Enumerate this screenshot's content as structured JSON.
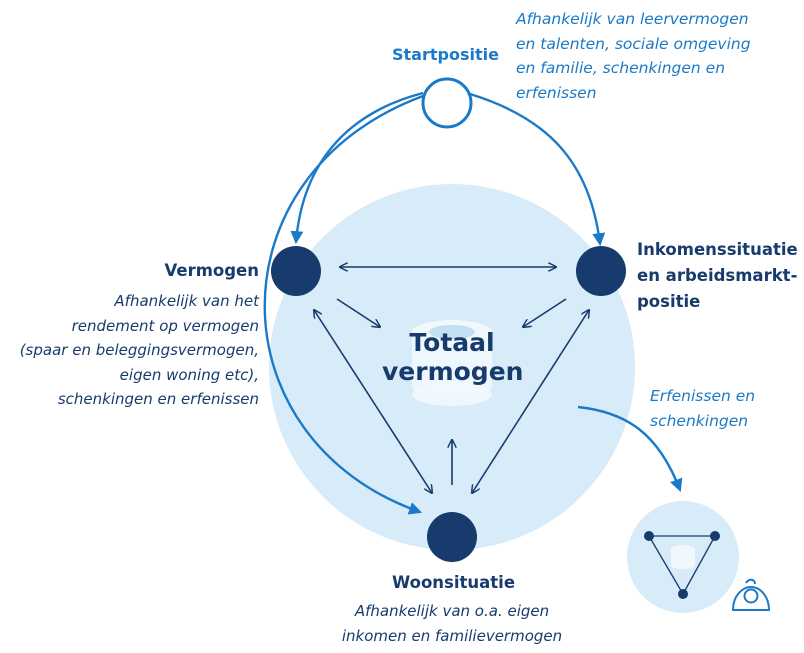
{
  "nodes": {
    "start": {
      "title": "Startpositie",
      "note_lines": [
        "Afhankelijk van leervermogen",
        "en talenten, sociale omgeving",
        "en familie, schenkingen en",
        "erfenissen"
      ]
    },
    "vermogen": {
      "title": "Vermogen",
      "note_lines": [
        "Afhankelijk van het",
        "rendement op vermogen",
        "(spaar en beleggingsvermogen,",
        "eigen woning etc),",
        "schenkingen en erfenissen"
      ]
    },
    "inkomen": {
      "title_lines": [
        "Inkomenssituatie",
        "en arbeidsmarkt-",
        "positie"
      ]
    },
    "woon": {
      "title": "Woonsituatie",
      "note_lines": [
        "Afhankelijk van o.a. eigen",
        "inkomen en familievermogen"
      ]
    }
  },
  "center": {
    "lines": [
      "Totaal",
      "vermogen"
    ]
  },
  "inheritance": {
    "lines": [
      "Erfenissen en",
      "schenkingen"
    ]
  },
  "colors": {
    "navy": "#173b6c",
    "blue": "#1a7ac8",
    "light_circle": "#d7ebf9",
    "coin_light": "#f1f8fd",
    "coin_mid": "#c2dff3"
  }
}
